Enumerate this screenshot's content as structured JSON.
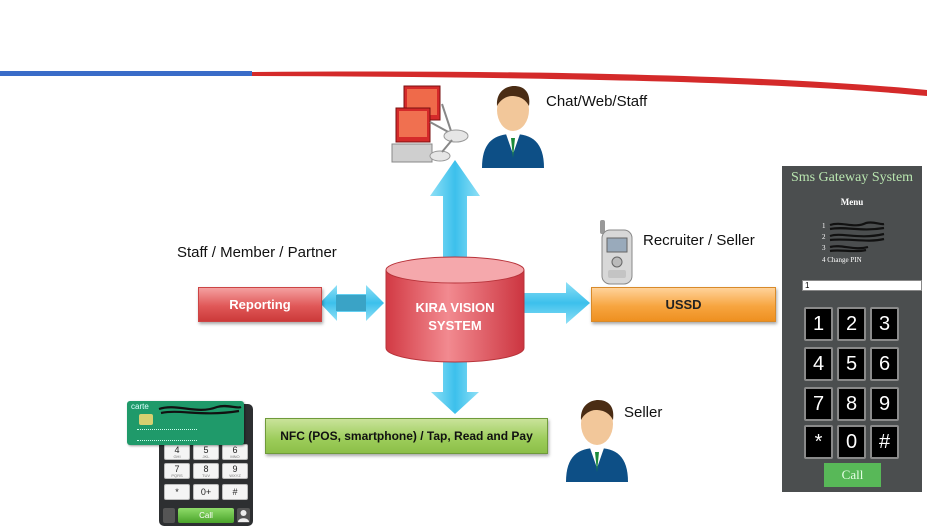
{
  "diagram": {
    "labels": {
      "chat_web_staff": "Chat/Web/Staff",
      "staff_member_partner": "Staff / Member / Partner",
      "recruiter_seller": "Recruiter / Seller",
      "seller": "Seller"
    },
    "center": {
      "line1": "KIRA VISION",
      "line2": "SYSTEM"
    },
    "boxes": {
      "reporting": "Reporting",
      "ussd": "USSD",
      "nfc": "NFC (POS, smartphone) / Tap, Read and Pay"
    }
  },
  "sms_gateway": {
    "title": "Sms Gateway System",
    "menu_heading": "Menu",
    "menu_items": [
      "1",
      "2",
      "3",
      "4  Change PIN"
    ],
    "input_value": "1",
    "keys": [
      "1",
      "2",
      "3",
      "4",
      "5",
      "6",
      "7",
      "8",
      "9",
      "*",
      "0",
      "#"
    ],
    "call_label": "Call"
  },
  "mini_phone": {
    "keys": [
      {
        "num": "4",
        "sub": "GHI"
      },
      {
        "num": "5",
        "sub": "JKL"
      },
      {
        "num": "6",
        "sub": "MNO"
      },
      {
        "num": "7",
        "sub": "PQRS"
      },
      {
        "num": "8",
        "sub": "TUV"
      },
      {
        "num": "9",
        "sub": "WXYZ"
      },
      {
        "num": "*",
        "sub": ""
      },
      {
        "num": "0+",
        "sub": ""
      },
      {
        "num": "#",
        "sub": ""
      }
    ],
    "call_label": "Call"
  },
  "card": {
    "title": "carte"
  },
  "colors": {
    "arrow": "#4fc6ea",
    "cylinder": "#e0525a",
    "reporting": "#e05858",
    "ussd": "#f7a540",
    "nfc": "#9ccc5a",
    "sms_panel": "#4b4e4f",
    "sms_title": "#b9e6b0"
  }
}
